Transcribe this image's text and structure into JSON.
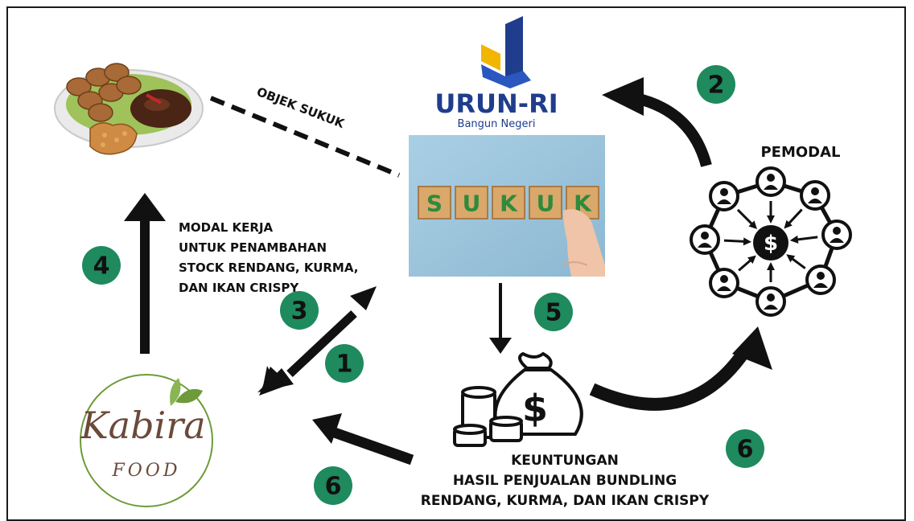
{
  "labels": {
    "objek": "OBJEK SUKUK",
    "pemodal": "PEMODAL",
    "modal_lines": [
      "MODAL KERJA",
      "UNTUK PENAMBAHAN",
      "STOCK RENDANG, KURMA,",
      "DAN IKAN CRISPY"
    ],
    "keuntungan_lines": [
      "KEUNTUNGAN",
      "HASIL PENJUALAN BUNDLING",
      "RENDANG, KURMA, DAN IKAN CRISPY"
    ]
  },
  "platform": {
    "name": "URUN-RI",
    "tagline": "Bangun Negeri"
  },
  "sukuk": {
    "letters": [
      "S",
      "U",
      "K",
      "U",
      "K"
    ]
  },
  "brand": {
    "name": "Kabira",
    "sub": "FOOD"
  },
  "money": {
    "symbol": "$"
  },
  "steps": [
    "1",
    "2",
    "3",
    "4",
    "5",
    "6",
    "6"
  ],
  "colors": {
    "badge": "#1e8a5e",
    "arrow": "#111111",
    "logo_blue": "#1f3d8c",
    "logo_yellow": "#f2b500",
    "sky": "#9fc6dd",
    "block": "#d9a86a",
    "letter": "#2f8a3c",
    "brand_green": "#6e9a3a"
  }
}
